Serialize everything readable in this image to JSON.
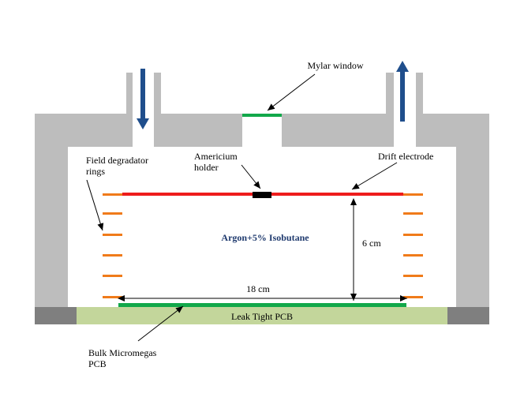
{
  "labels": {
    "mylar_window": "Mylar window",
    "americium_line1": "Americium",
    "americium_line2": "holder",
    "drift_electrode": "Drift electrode",
    "field_degradator_line1": "Field degradator",
    "field_degradator_line2": "rings",
    "gas_mixture": "Argon+5% Isobutane",
    "height_dimension": "6 cm",
    "width_dimension": "18 cm",
    "leak_tight_pcb": "Leak Tight PCB",
    "micromegas_line1": "Bulk Micromegas",
    "micromegas_line2": "PCB"
  },
  "colors": {
    "chamber_wall": "#bdbdbd",
    "base_dark": "#7f7f7f",
    "leak_tight_pcb": "#c3d69b",
    "drift_electrode": "#ee1c1c",
    "americium_holder": "#000000",
    "mylar_window": "#12a84a",
    "micromegas": "#12a84a",
    "field_rings": "#f07b1a",
    "gas_arrows": "#1f4e8c",
    "gas_text": "#1f3a6e"
  },
  "gas_flow": {
    "inlet_icon": "arrow-down-icon",
    "outlet_icon": "arrow-up-icon"
  }
}
